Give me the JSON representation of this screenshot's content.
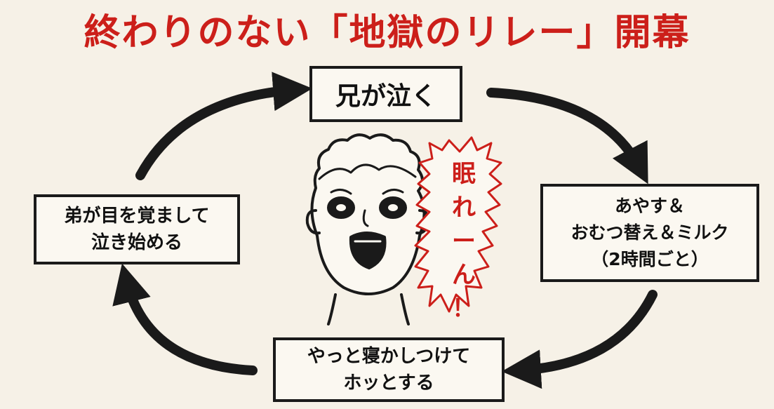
{
  "title": "終わりのない「地獄のリレー」開幕",
  "boxes": {
    "top": "兄が泣く",
    "right": [
      "あやす＆",
      "おむつ替え＆ミルク",
      "（2時間ごと）"
    ],
    "bottom": [
      "やっと寝かしつけて",
      "ホッとする"
    ],
    "left": [
      "弟が目を覚まして",
      "泣き始める"
    ]
  },
  "exclamation": [
    "眠",
    "れ",
    "ー",
    "ん",
    "！"
  ],
  "colors": {
    "title": "#cc1f1a",
    "ink": "#1a1a1a",
    "background": "#f6f1e7",
    "exclamation": "#cc1f1a"
  }
}
